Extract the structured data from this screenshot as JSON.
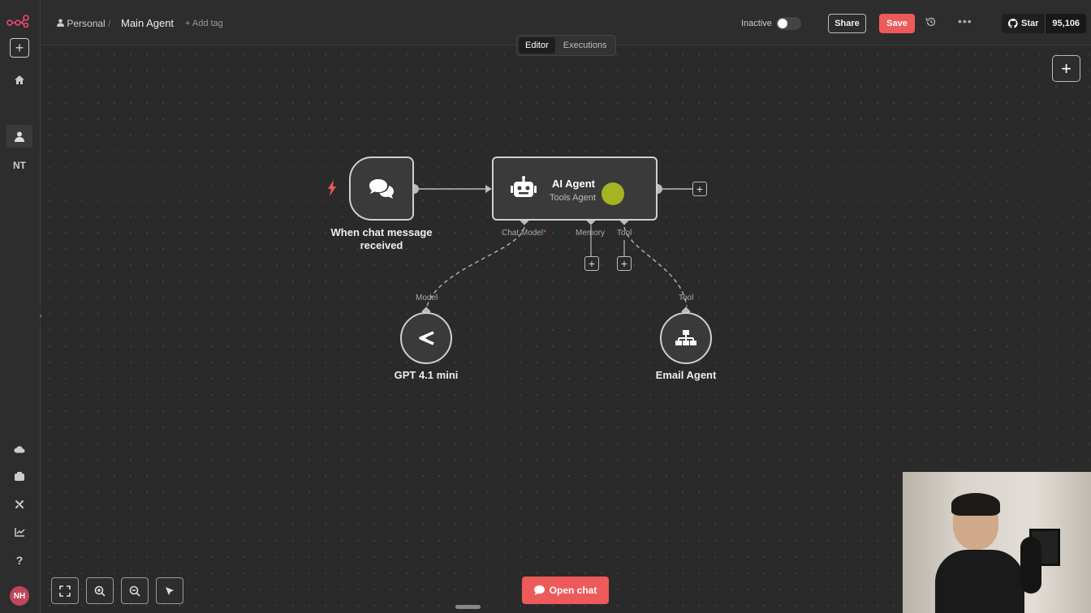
{
  "header": {
    "breadcrumb_project": "Personal",
    "breadcrumb_sep": "/",
    "workflow_name": "Main Agent",
    "add_tag": "+ Add tag",
    "status_label": "Inactive",
    "share_label": "Share",
    "save_label": "Save",
    "github_star": "Star",
    "github_count": "95,106"
  },
  "tabs": [
    {
      "label": "Editor",
      "active": true
    },
    {
      "label": "Executions",
      "active": false
    }
  ],
  "sidebar": {
    "project_initials": "NT",
    "user_initials": "NH"
  },
  "nodes": {
    "trigger": {
      "label": "When chat message received"
    },
    "agent": {
      "title": "AI Agent",
      "subtitle": "Tools Agent"
    },
    "gpt": {
      "label": "GPT 4.1 mini"
    },
    "email": {
      "label": "Email Agent"
    }
  },
  "ports": {
    "chat_model": "Chat Model",
    "required_mark": "*",
    "memory": "Memory",
    "tool": "Tool",
    "model": "Model",
    "tool_in": "Tool"
  },
  "footer": {
    "open_chat": "Open chat"
  },
  "colors": {
    "accent": "#ec5a5a",
    "canvas": "#2a2a2a",
    "node_border": "#cfcfcf"
  },
  "icons": {
    "trigger": "chat-bubbles-icon",
    "agent": "robot-icon",
    "gpt": "openai-icon",
    "email": "sitemap-icon"
  }
}
